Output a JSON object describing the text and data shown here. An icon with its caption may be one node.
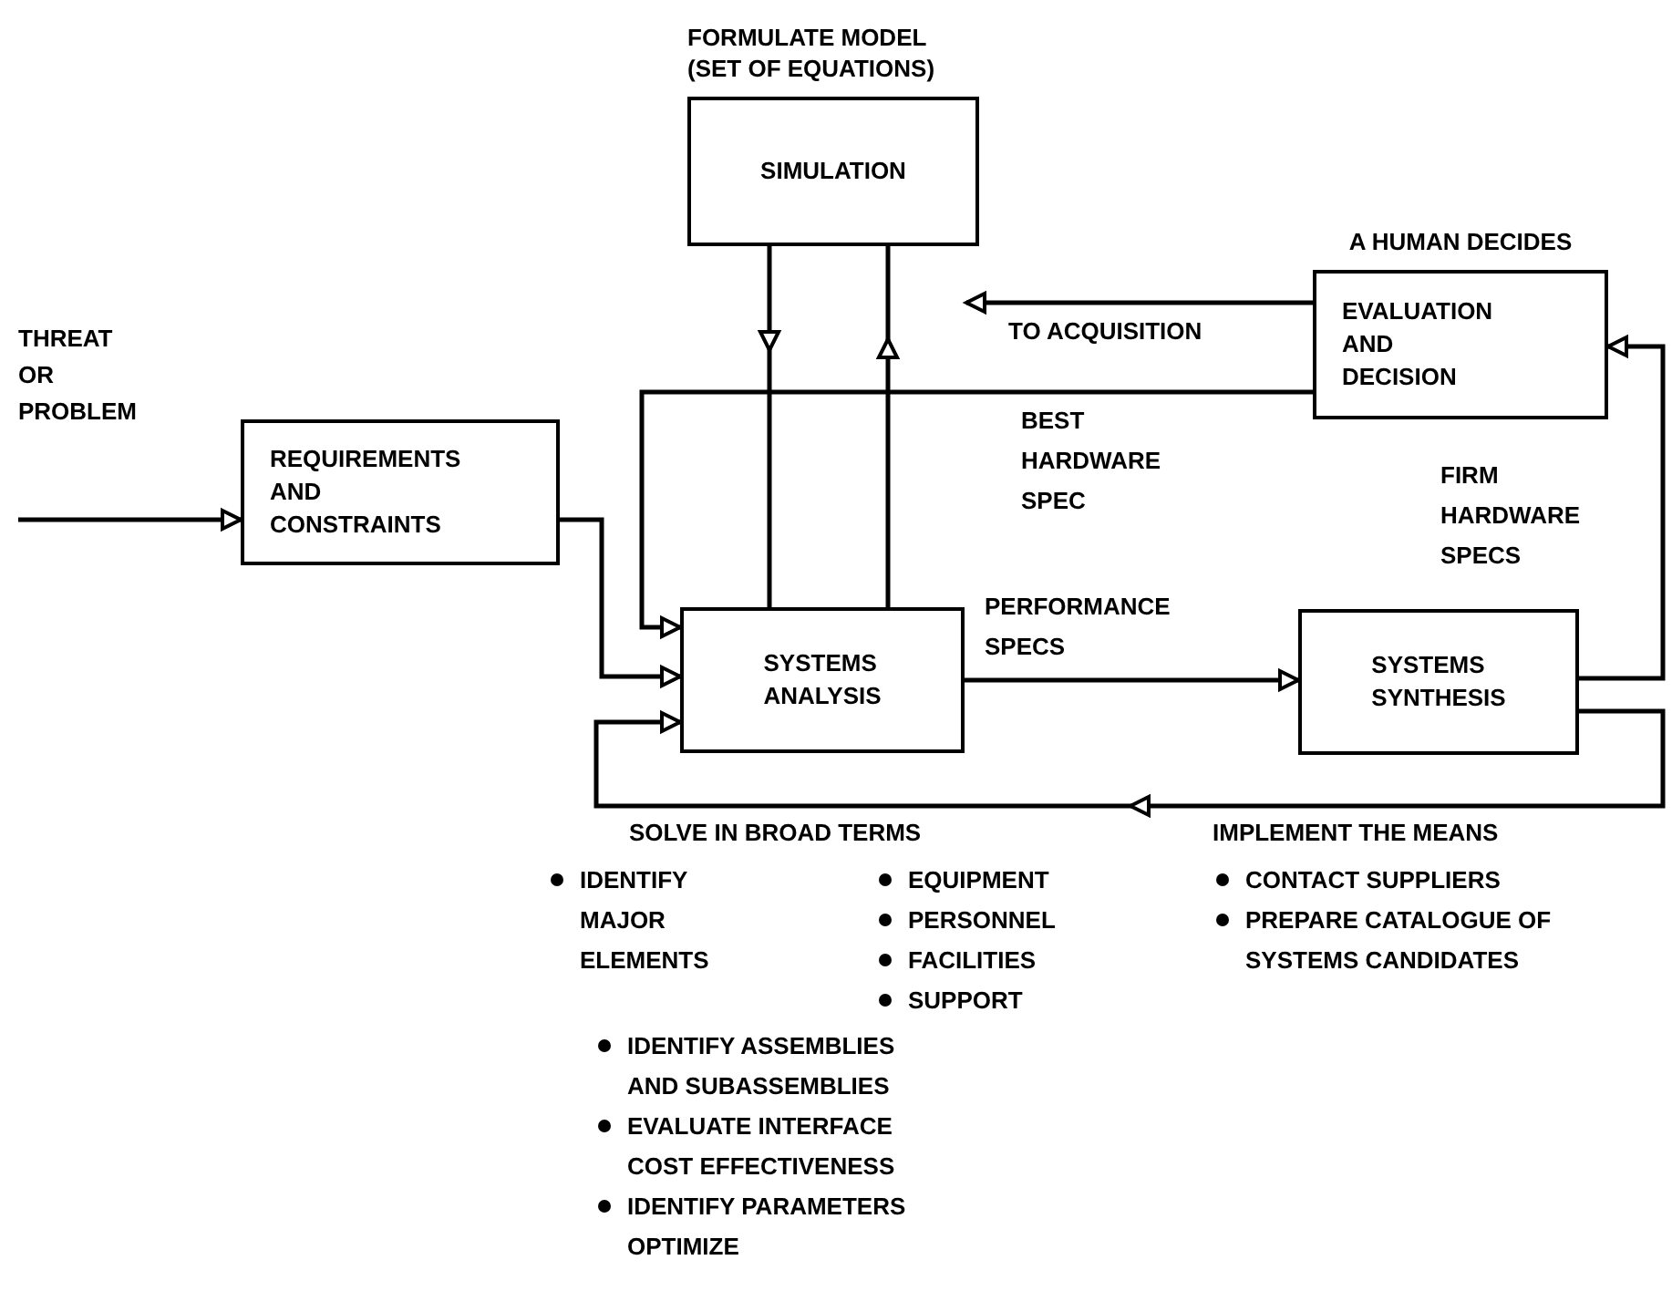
{
  "diagram": {
    "nodes": [
      {
        "text": [
          "FORMULATE MODEL (SET OF EQUATIONS)",
          "SIMULATION"
        ]
      },
      {
        "text": [
          "REQUIREMENTS AND CONSTRAINTS"
        ]
      },
      {
        "text": [
          "A HUMAN DECIDES",
          "EVALUATION AND DECISION"
        ]
      },
      {
        "text": [
          "SYSTEMS ANALYSIS"
        ]
      },
      {
        "text": [
          "SYSTEMS SYNTHESIS"
        ]
      }
    ],
    "edges": [
      {
        "from": null,
        "to": 1,
        "arrow": "to"
      },
      {
        "from": 1,
        "to": 3,
        "arrow": "to"
      },
      {
        "from": 0,
        "to": 3,
        "arrow": "to"
      },
      {
        "from": 3,
        "to": 0,
        "arrow": "to"
      },
      {
        "from": 2,
        "to": null,
        "arrow": "to",
        "label": "TO ACQUISITION"
      },
      {
        "from": 2,
        "to": 3,
        "arrow": "to",
        "label": "BEST HARDWARE SPEC"
      },
      {
        "from": 3,
        "to": 4,
        "arrow": "to",
        "label": "PERFORMANCE SPECS"
      },
      {
        "from": 4,
        "to": 2,
        "arrow": "to",
        "label": "FIRM HARDWARE SPECS"
      },
      {
        "from": 4,
        "to": 3,
        "arrow": "to"
      }
    ],
    "labels": [
      "THREAT OR PROBLEM",
      "SOLVE IN BROAD TERMS",
      "IDENTIFY MAJOR ELEMENTS",
      "EQUIPMENT",
      "PERSONNEL",
      "FACILITIES",
      "SUPPORT",
      "IDENTIFY ASSEMBLIES AND SUBASSEMBLIES",
      "EVALUATE INTERFACE COST EFFECTIVENESS",
      "IDENTIFY PARAMETERS OPTIMIZE",
      "IMPLEMENT THE MEANS",
      "CONTACT SUPPLIERS",
      "PREPARE CATALOGUE OF SYSTEMS CANDIDATES"
    ]
  }
}
